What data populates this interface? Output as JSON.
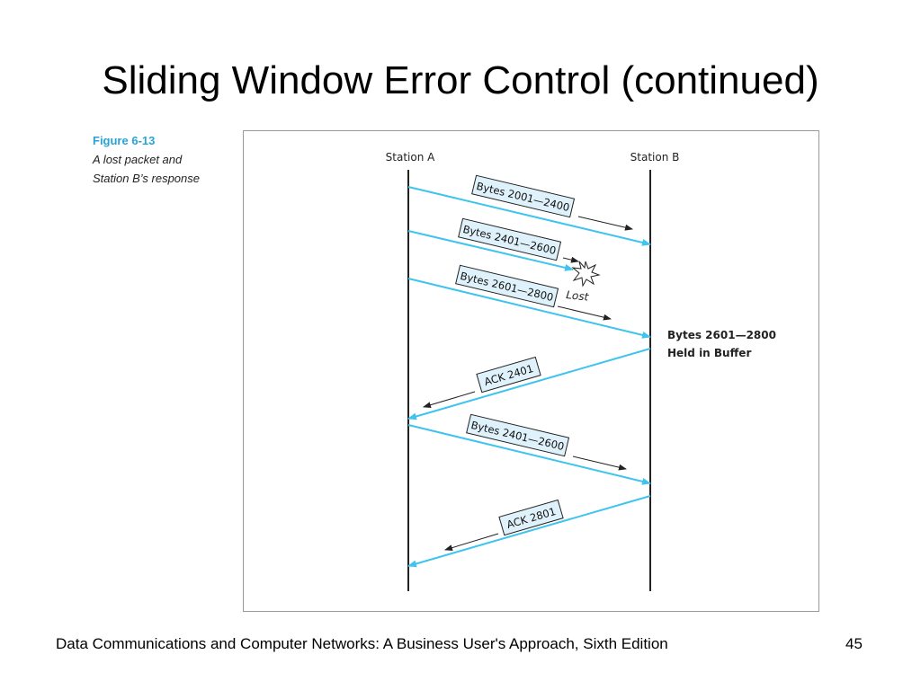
{
  "slide": {
    "title": "Sliding Window Error Control (continued)",
    "footer": "Data Communications and Computer Networks: A Business User's Approach, Sixth Edition",
    "page_number": "45"
  },
  "figure": {
    "number": "Figure 6-13",
    "caption_line1": "A lost packet and",
    "caption_line2": "Station B’s response"
  },
  "diagram": {
    "station_a": "Station A",
    "station_b": "Station B",
    "messages": [
      {
        "label": "Bytes 2001—2400",
        "direction": "A-to-B",
        "status": "delivered"
      },
      {
        "label": "Bytes 2401—2600",
        "direction": "A-to-B",
        "status": "lost"
      },
      {
        "label": "Bytes 2601—2800",
        "direction": "A-to-B",
        "status": "delivered"
      },
      {
        "label": "ACK 2401",
        "direction": "B-to-A",
        "status": "delivered"
      },
      {
        "label": "Bytes 2401—2600",
        "direction": "A-to-B",
        "status": "delivered"
      },
      {
        "label": "ACK 2801",
        "direction": "B-to-A",
        "status": "delivered"
      }
    ],
    "lost_label": "Lost",
    "buffer_note_line1": "Bytes 2601—2800",
    "buffer_note_line2": "Held in Buffer",
    "colors": {
      "message_line": "#3ec4ee",
      "label_fill": "#dff1fb",
      "figure_number": "#2aa2d6"
    },
    "icons": [
      "explosion-icon"
    ]
  }
}
